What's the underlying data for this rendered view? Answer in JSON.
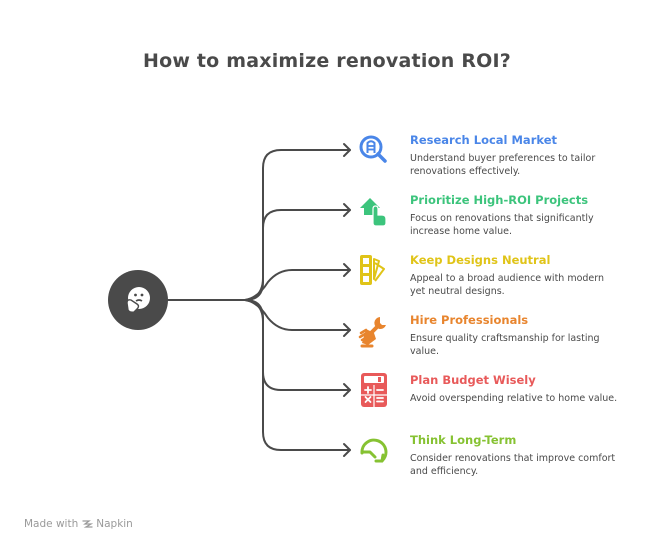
{
  "title": "How to maximize renovation ROI?",
  "hub": {
    "icon": "thinking-face-icon",
    "color": "#4a4a4a"
  },
  "items": [
    {
      "label": "Research Local Market",
      "description": "Understand buyer preferences to tailor renovations effectively.",
      "icon": "magnifier-building-icon",
      "color": "#4a86e8"
    },
    {
      "label": "Prioritize High-ROI Projects",
      "description": "Focus on renovations that significantly increase home value.",
      "icon": "house-pointer-icon",
      "color": "#3cc47c"
    },
    {
      "label": "Keep Designs Neutral",
      "description": "Appeal to a broad audience with modern yet neutral designs.",
      "icon": "color-swatch-icon",
      "color": "#e0c418"
    },
    {
      "label": "Hire Professionals",
      "description": "Ensure quality craftsmanship for lasting value.",
      "icon": "hand-wrench-icon",
      "color": "#e8852e"
    },
    {
      "label": "Plan Budget Wisely",
      "description": "Avoid overspending relative to home value.",
      "icon": "calculator-icon",
      "color": "#e85a5a"
    },
    {
      "label": "Think Long-Term",
      "description": "Consider renovations that improve comfort and efficiency.",
      "icon": "circular-arrow-icon",
      "color": "#86c232"
    }
  ],
  "footer": {
    "prefix": "Made with",
    "brand": "Napkin"
  }
}
